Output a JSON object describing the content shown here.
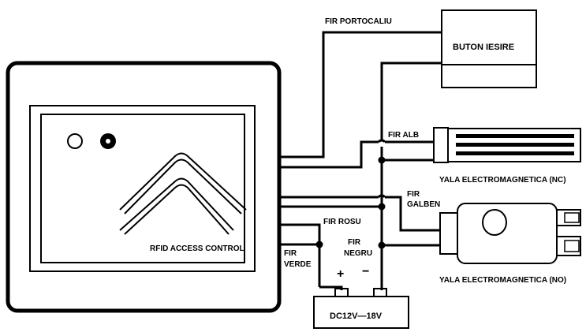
{
  "labels": {
    "fir_portocaliu": "FIR PORTOCALIU",
    "buton_iesire": "BUTON IESIRE",
    "fir_alb": "FIR ALB",
    "yala_nc": "YALA ELECTROMAGNETICA (NC)",
    "fir_galben_1": "FIR",
    "fir_galben_2": "GALBEN",
    "fir_rosu": "FIR ROSU",
    "fir_negru_1": "FIR",
    "fir_negru_2": "NEGRU",
    "fir_verde_1": "FIR",
    "fir_verde_2": "VERDE",
    "yala_no": "YALA ELECTROMAGNETICA (NO)",
    "rfid": "RFID ACCESS CONTROL",
    "psu": "DC12V—18V",
    "plus": "+",
    "minus": "−"
  }
}
